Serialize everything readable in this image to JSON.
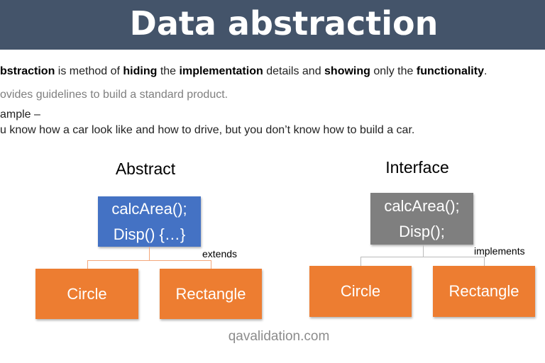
{
  "header": {
    "title": "Data abstraction"
  },
  "body": {
    "line1": {
      "p1": "bstraction",
      "p2": " is method of ",
      "p3": "hiding",
      "p4": " the ",
      "p5": "implementation",
      "p6": " details and ",
      "p7": "showing",
      "p8": " only the ",
      "p9": "functionality",
      "p10": "."
    },
    "line2": "ovides guidelines to build a standard product.",
    "line3": "ample –",
    "line4": "u know how a car look like and how to drive, but you don’t know how to build a car."
  },
  "abstract": {
    "label": "Abstract",
    "methods": [
      "calcArea();",
      "Disp() {…}"
    ],
    "relation": "extends",
    "children": [
      "Circle",
      "Rectangle"
    ]
  },
  "interface": {
    "label": "Interface",
    "methods": [
      "calcArea();",
      "Disp();"
    ],
    "relation": "implements",
    "children": [
      "Circle",
      "Rectangle"
    ]
  },
  "footer": "qavalidation.com"
}
